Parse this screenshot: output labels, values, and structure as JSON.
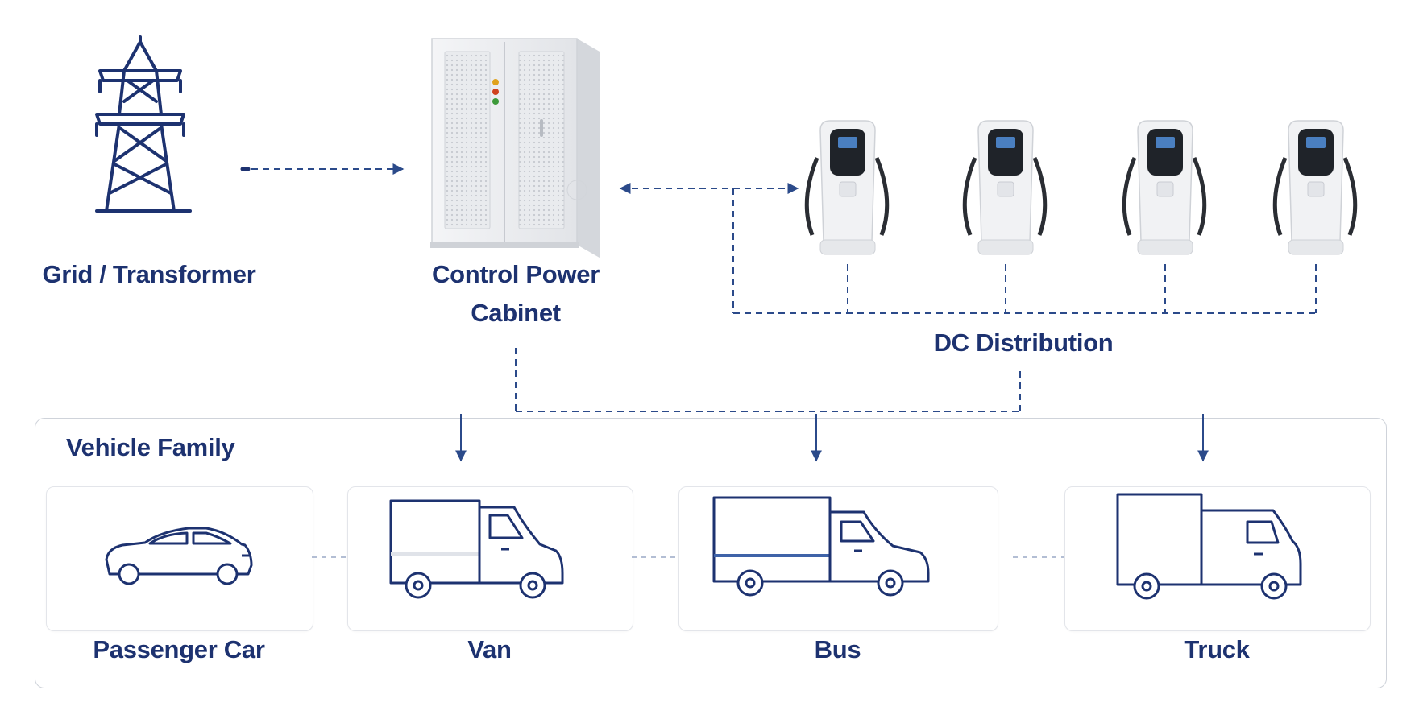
{
  "nodes": {
    "grid": "Grid / Transformer",
    "cabinet_line1": "Control Power",
    "cabinet_line2": "Cabinet",
    "dc": "DC Distribution"
  },
  "vehicle_family": {
    "title": "Vehicle Family",
    "vehicles": [
      {
        "label": "Passenger Car",
        "icon": "car-icon"
      },
      {
        "label": "Van",
        "icon": "van-icon"
      },
      {
        "label": "Bus",
        "icon": "bus-icon"
      },
      {
        "label": "Truck",
        "icon": "truck-icon"
      }
    ]
  },
  "charger_count": 4,
  "colors": {
    "ink": "#1d3270",
    "line": "#2b4a8a",
    "card_border": "#e3e5ea",
    "panel_border": "#cfd3da"
  }
}
